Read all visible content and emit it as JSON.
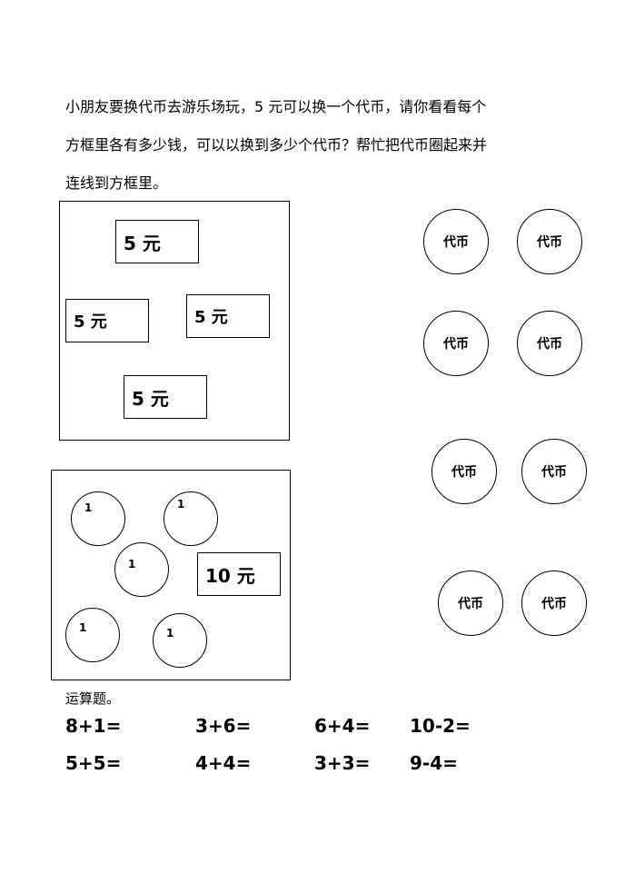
{
  "instructions": [
    "小朋友要换代币去游乐场玩，5 元可以换一个代币，请你看看每个",
    "方框里各有多少钱，可以以换到多少个代币？帮忙把代币圈起来并",
    "连线到方框里。"
  ],
  "box1": {
    "notes": [
      "5 元",
      "5 元",
      "5 元",
      "5 元"
    ]
  },
  "box2": {
    "coins": [
      "1",
      "1",
      "1",
      "1",
      "1"
    ],
    "note": "10 元"
  },
  "tokens": [
    "代币",
    "代币",
    "代币",
    "代币",
    "代币",
    "代币",
    "代币",
    "代币"
  ],
  "exercise": {
    "label": "运算题。",
    "row1": [
      "8+1=",
      "3+6=",
      "6+4=",
      "10-2="
    ],
    "row2": [
      "5+5=",
      "4+4=",
      "3+3=",
      "9-4="
    ]
  }
}
